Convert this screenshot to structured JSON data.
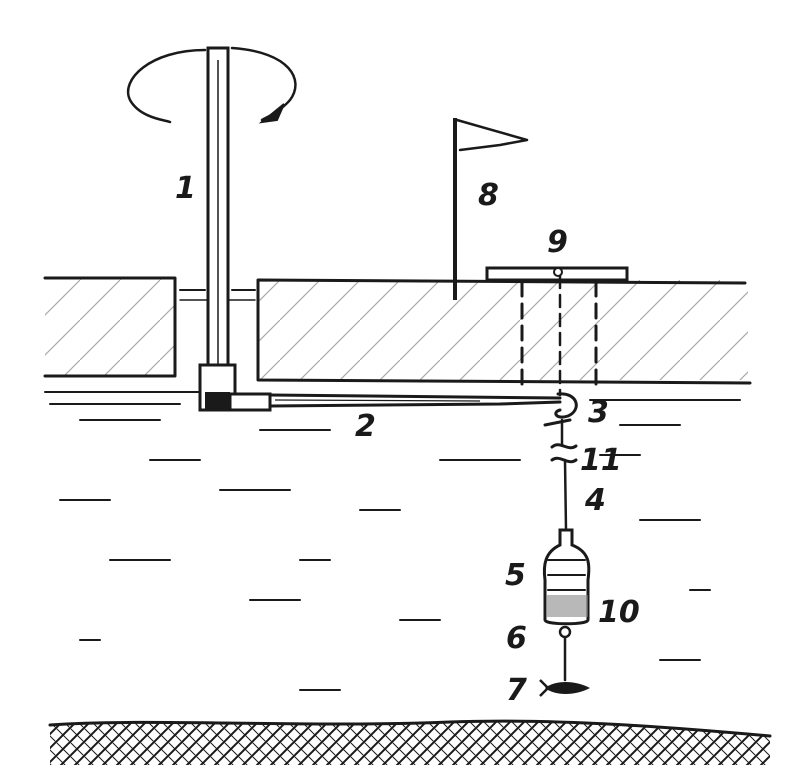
{
  "diagram": {
    "labels": [
      {
        "id": "1",
        "text": "1"
      },
      {
        "id": "2",
        "text": "2"
      },
      {
        "id": "3",
        "text": "3"
      },
      {
        "id": "4",
        "text": "4"
      },
      {
        "id": "5",
        "text": "5"
      },
      {
        "id": "6",
        "text": "6"
      },
      {
        "id": "7",
        "text": "7"
      },
      {
        "id": "8",
        "text": "8"
      },
      {
        "id": "9",
        "text": "9"
      },
      {
        "id": "10",
        "text": "10"
      },
      {
        "id": "11",
        "text": "11"
      }
    ],
    "colors": {
      "ink": "#1a1a1a",
      "paper": "#ffffff"
    }
  }
}
